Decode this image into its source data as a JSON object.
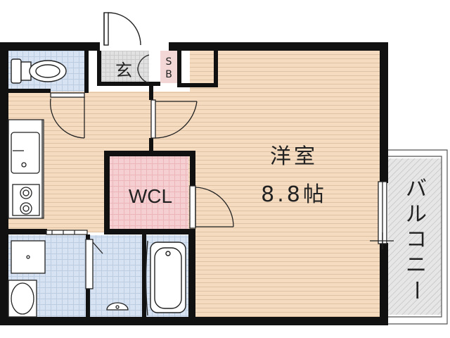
{
  "rooms": {
    "western": {
      "name": "洋室",
      "size": "8.8帖"
    },
    "wcl": {
      "name": "WCL"
    },
    "entrance": {
      "name": "玄"
    },
    "shoe_box": {
      "name": "S\nB",
      "line1": "S",
      "line2": "B"
    },
    "balcony": {
      "name": "バルコニー"
    }
  },
  "colors": {
    "wall": "#111111",
    "western_floor": "#f5dcc1",
    "wood_line": "#d9b99a",
    "wcl_floor": "#f6cfd2",
    "wet_tile": "#d7e3f2",
    "tile_line": "#b9cbe0",
    "entrance_floor": "#dedede",
    "balcony_floor": "#e3e3e3",
    "text": "#222222"
  }
}
